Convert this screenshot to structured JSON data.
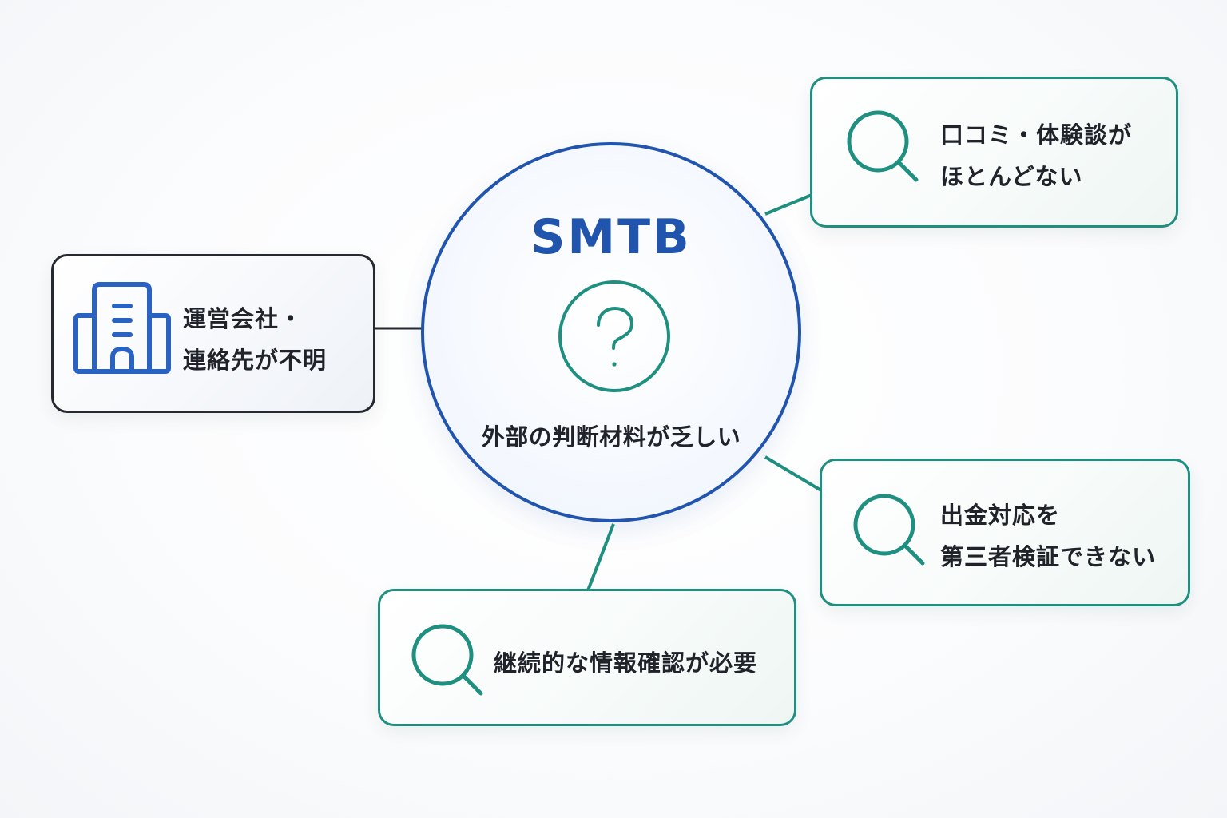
{
  "hub": {
    "title": "SMTB",
    "caption": "外部の判断材料が乏しい",
    "icon": "question-mark-icon"
  },
  "cards": {
    "company": {
      "icon": "building-icon",
      "line1": "運営会社・",
      "line2": "連絡先が不明"
    },
    "reviews": {
      "icon": "search-icon",
      "line1": "口コミ・体験談が",
      "line2": "ほとんどない"
    },
    "withdraw": {
      "icon": "search-icon",
      "line1": "出金対応を",
      "line2": "第三者検証できない"
    },
    "ongoing": {
      "icon": "search-icon",
      "line1": "継続的な情報確認が必要"
    }
  },
  "colors": {
    "hub_border": "#2154ad",
    "teal": "#1f8f80",
    "dark_border": "#262a30",
    "building_icon": "#2a62c4"
  }
}
